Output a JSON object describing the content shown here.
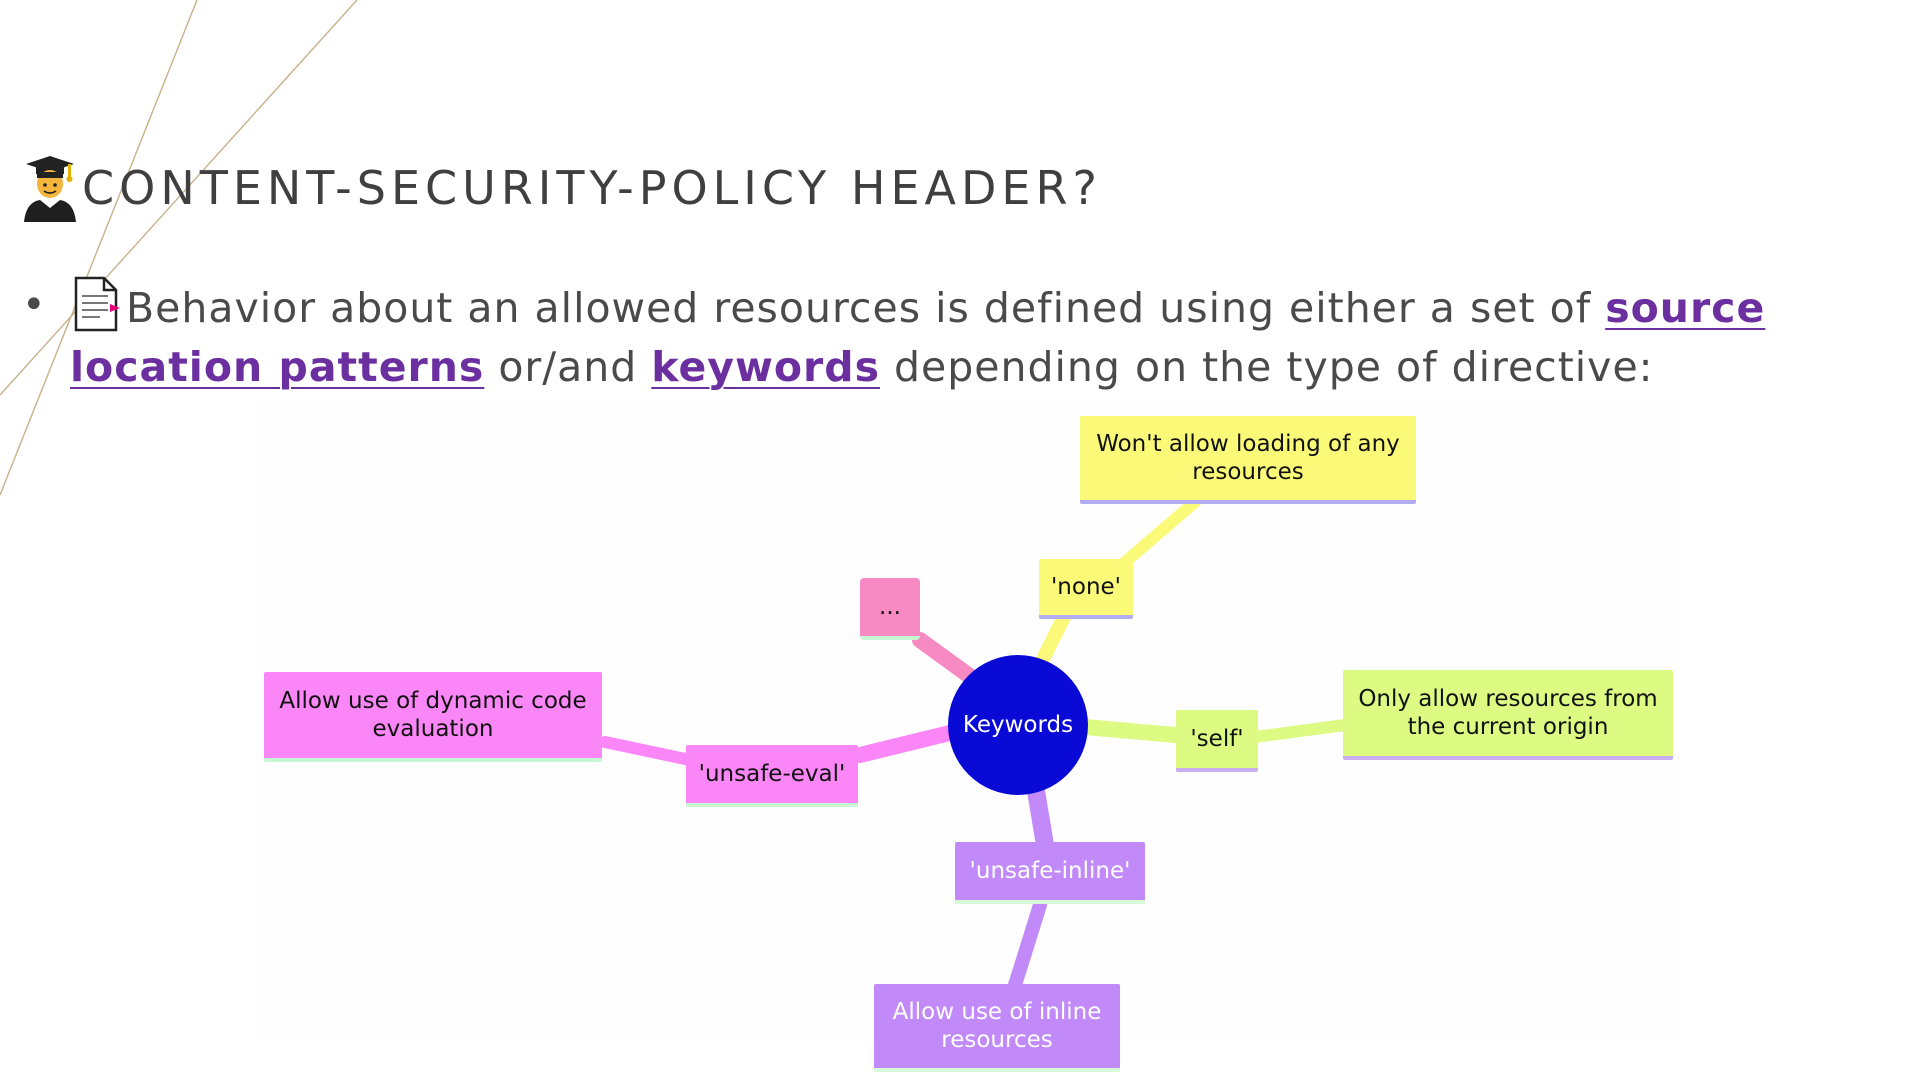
{
  "slide": {
    "title": "CONTENT-SECURITY-POLICY HEADER?",
    "title_icon": "student-graduate-icon",
    "bullet": {
      "icon": "document-icon",
      "text_1": "Behavior about an allowed resources is defined using either a set of ",
      "link_1": "source location patterns",
      "text_2": " or/and ",
      "link_2": "keywords",
      "text_3": " depending on the type of directive:"
    }
  },
  "mindmap": {
    "center": {
      "label": "Keywords",
      "color": "#0a0ad6"
    },
    "branches": [
      {
        "keyword": "'none'",
        "description": "Won't allow loading of any resources",
        "color": "#fbfa78"
      },
      {
        "keyword": "'self'",
        "description": "Only allow resources from the current origin",
        "color": "#ddfa82"
      },
      {
        "keyword": "'unsafe-inline'",
        "description": "Allow use of inline resources",
        "color": "#c18af8"
      },
      {
        "keyword": "'unsafe-eval'",
        "description": "Allow use of dynamic code evaluation",
        "color": "#fb86f7"
      },
      {
        "keyword": "...",
        "color": "#f78ac2"
      }
    ]
  }
}
